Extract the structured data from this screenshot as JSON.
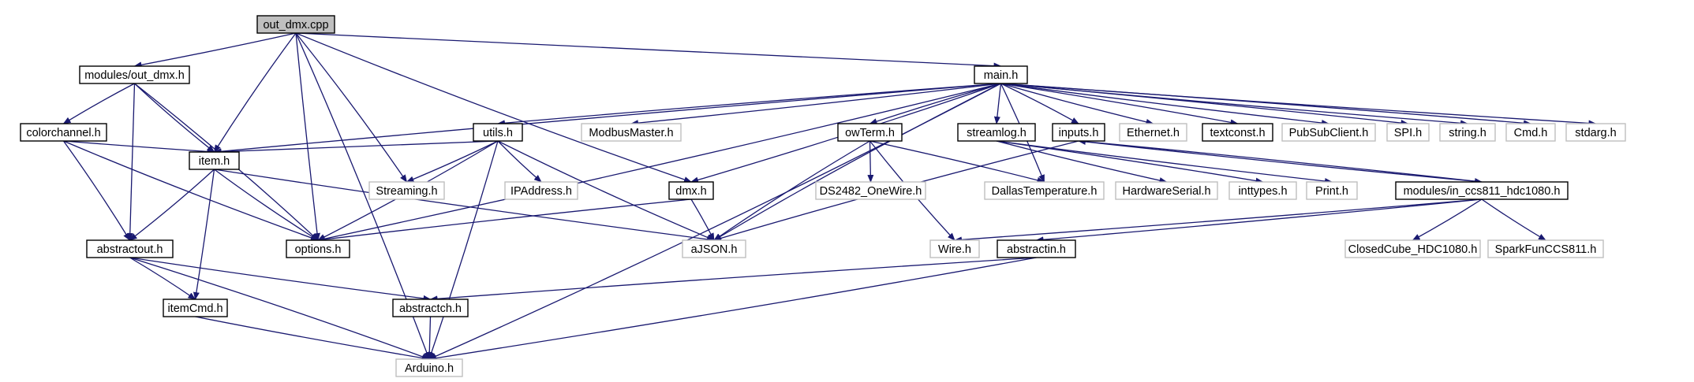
{
  "colors": {
    "edge": "#191970",
    "root_fill": "#bfbfbf",
    "root_border": "#000000",
    "node_fill": "#ffffff",
    "node_border": "#000000",
    "external_border": "#bfbfbf",
    "text": "#000000"
  },
  "nodes": [
    {
      "id": "out_dmx_cpp",
      "label": "out_dmx.cpp",
      "style": "root"
    },
    {
      "id": "modules_out_dmx_h",
      "label": "modules/out_dmx.h",
      "style": "normal"
    },
    {
      "id": "colorchannel_h",
      "label": "colorchannel.h",
      "style": "normal"
    },
    {
      "id": "item_h",
      "label": "item.h",
      "style": "normal"
    },
    {
      "id": "abstractout_h",
      "label": "abstractout.h",
      "style": "normal"
    },
    {
      "id": "options_h",
      "label": "options.h",
      "style": "normal"
    },
    {
      "id": "itemCmd_h",
      "label": "itemCmd.h",
      "style": "normal"
    },
    {
      "id": "abstractch_h",
      "label": "abstractch.h",
      "style": "normal"
    },
    {
      "id": "arduino_h",
      "label": "Arduino.h",
      "style": "external"
    },
    {
      "id": "streaming_h",
      "label": "Streaming.h",
      "style": "external"
    },
    {
      "id": "utils_h",
      "label": "utils.h",
      "style": "normal"
    },
    {
      "id": "ipaddress_h",
      "label": "IPAddress.h",
      "style": "external"
    },
    {
      "id": "ajson_h",
      "label": "aJSON.h",
      "style": "external"
    },
    {
      "id": "dmx_h",
      "label": "dmx.h",
      "style": "normal"
    },
    {
      "id": "main_h",
      "label": "main.h",
      "style": "normal"
    },
    {
      "id": "modbusmaster_h",
      "label": "ModbusMaster.h",
      "style": "external"
    },
    {
      "id": "owterm_h",
      "label": "owTerm.h",
      "style": "normal"
    },
    {
      "id": "ds2482_h",
      "label": "DS2482_OneWire.h",
      "style": "external"
    },
    {
      "id": "wire_h",
      "label": "Wire.h",
      "style": "external"
    },
    {
      "id": "dallas_h",
      "label": "DallasTemperature.h",
      "style": "external"
    },
    {
      "id": "streamlog_h",
      "label": "streamlog.h",
      "style": "normal"
    },
    {
      "id": "hwserial_h",
      "label": "HardwareSerial.h",
      "style": "external"
    },
    {
      "id": "inttypes_h",
      "label": "inttypes.h",
      "style": "external"
    },
    {
      "id": "print_h",
      "label": "Print.h",
      "style": "external"
    },
    {
      "id": "inputs_h",
      "label": "inputs.h",
      "style": "normal"
    },
    {
      "id": "ccs811_h",
      "label": "modules/in_ccs811_hdc1080.h",
      "style": "normal"
    },
    {
      "id": "closedcube_h",
      "label": "ClosedCube_HDC1080.h",
      "style": "external"
    },
    {
      "id": "sparkfun_h",
      "label": "SparkFunCCS811.h",
      "style": "external"
    },
    {
      "id": "abstractin_h",
      "label": "abstractin.h",
      "style": "normal"
    },
    {
      "id": "ethernet_h",
      "label": "Ethernet.h",
      "style": "external"
    },
    {
      "id": "textconst_h",
      "label": "textconst.h",
      "style": "normal"
    },
    {
      "id": "pubsubclient_h",
      "label": "PubSubClient.h",
      "style": "external"
    },
    {
      "id": "spi_h",
      "label": "SPI.h",
      "style": "external"
    },
    {
      "id": "string_h",
      "label": "string.h",
      "style": "external"
    },
    {
      "id": "cmd_h",
      "label": "Cmd.h",
      "style": "external"
    },
    {
      "id": "stdarg_h",
      "label": "stdarg.h",
      "style": "external"
    }
  ],
  "edges": [
    [
      "out_dmx_cpp",
      "modules_out_dmx_h"
    ],
    [
      "out_dmx_cpp",
      "item_h"
    ],
    [
      "out_dmx_cpp",
      "arduino_h"
    ],
    [
      "out_dmx_cpp",
      "options_h"
    ],
    [
      "out_dmx_cpp",
      "streaming_h"
    ],
    [
      "out_dmx_cpp",
      "dmx_h"
    ],
    [
      "out_dmx_cpp",
      "main_h"
    ],
    [
      "modules_out_dmx_h",
      "colorchannel_h"
    ],
    [
      "modules_out_dmx_h",
      "abstractout_h"
    ],
    [
      "modules_out_dmx_h",
      "item_h"
    ],
    [
      "modules_out_dmx_h",
      "options_h"
    ],
    [
      "colorchannel_h",
      "item_h"
    ],
    [
      "colorchannel_h",
      "abstractout_h"
    ],
    [
      "colorchannel_h",
      "options_h"
    ],
    [
      "item_h",
      "abstractout_h"
    ],
    [
      "item_h",
      "options_h"
    ],
    [
      "item_h",
      "itemCmd_h"
    ],
    [
      "item_h",
      "ajson_h"
    ],
    [
      "abstractout_h",
      "itemCmd_h"
    ],
    [
      "abstractout_h",
      "abstractch_h"
    ],
    [
      "abstractout_h",
      "arduino_h"
    ],
    [
      "itemCmd_h",
      "arduino_h"
    ],
    [
      "abstractch_h",
      "arduino_h"
    ],
    [
      "utils_h",
      "item_h"
    ],
    [
      "utils_h",
      "streaming_h"
    ],
    [
      "utils_h",
      "ipaddress_h"
    ],
    [
      "utils_h",
      "options_h"
    ],
    [
      "utils_h",
      "ajson_h"
    ],
    [
      "utils_h",
      "arduino_h"
    ],
    [
      "dmx_h",
      "options_h"
    ],
    [
      "dmx_h",
      "ajson_h"
    ],
    [
      "main_h",
      "item_h"
    ],
    [
      "main_h",
      "options_h"
    ],
    [
      "main_h",
      "utils_h"
    ],
    [
      "main_h",
      "modbusmaster_h"
    ],
    [
      "main_h",
      "ajson_h"
    ],
    [
      "main_h",
      "dmx_h"
    ],
    [
      "main_h",
      "owterm_h"
    ],
    [
      "main_h",
      "dallas_h"
    ],
    [
      "main_h",
      "streamlog_h"
    ],
    [
      "main_h",
      "inputs_h"
    ],
    [
      "main_h",
      "ethernet_h"
    ],
    [
      "main_h",
      "textconst_h"
    ],
    [
      "main_h",
      "pubsubclient_h"
    ],
    [
      "main_h",
      "spi_h"
    ],
    [
      "main_h",
      "string_h"
    ],
    [
      "main_h",
      "cmd_h"
    ],
    [
      "main_h",
      "stdarg_h"
    ],
    [
      "main_h",
      "arduino_h"
    ],
    [
      "owterm_h",
      "ajson_h"
    ],
    [
      "owterm_h",
      "ds2482_h"
    ],
    [
      "owterm_h",
      "wire_h"
    ],
    [
      "owterm_h",
      "dallas_h"
    ],
    [
      "streamlog_h",
      "hwserial_h"
    ],
    [
      "streamlog_h",
      "inttypes_h"
    ],
    [
      "streamlog_h",
      "print_h"
    ],
    [
      "inputs_h",
      "ccs811_h"
    ],
    [
      "inputs_h",
      "ajson_h"
    ],
    [
      "ccs811_h",
      "closedcube_h"
    ],
    [
      "ccs811_h",
      "sparkfun_h"
    ],
    [
      "ccs811_h",
      "abstractin_h"
    ],
    [
      "ccs811_h",
      "inputs_h"
    ],
    [
      "ccs811_h",
      "wire_h"
    ],
    [
      "abstractin_h",
      "abstractch_h"
    ],
    [
      "abstractin_h",
      "arduino_h"
    ]
  ]
}
